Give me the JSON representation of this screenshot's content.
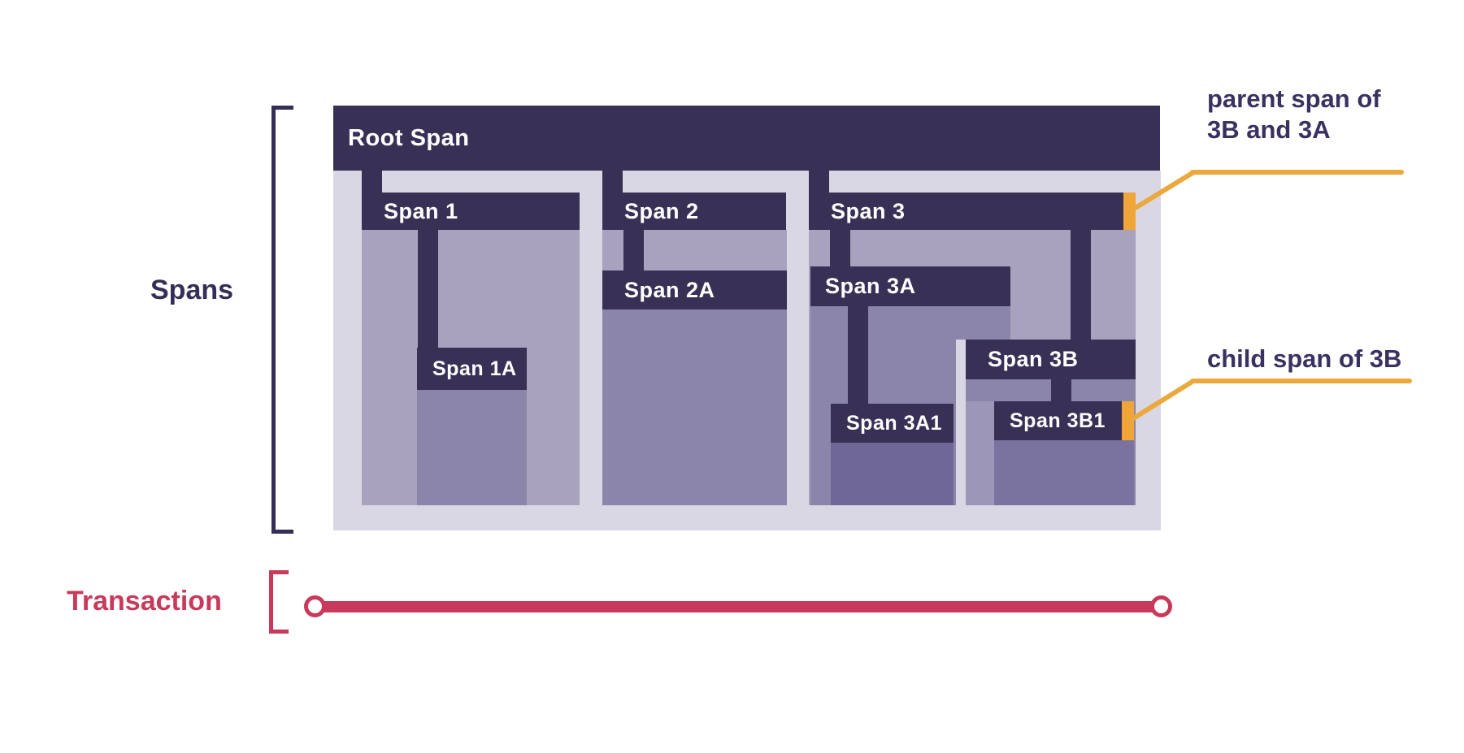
{
  "spans": {
    "root": {
      "label": "Root Span",
      "parent": null
    },
    "s1": {
      "label": "Span 1",
      "parent": "Root Span"
    },
    "s1a": {
      "label": "Span 1A",
      "parent": "Span 1"
    },
    "s2": {
      "label": "Span 2",
      "parent": "Root Span"
    },
    "s2a": {
      "label": "Span 2A",
      "parent": "Span 2"
    },
    "s3": {
      "label": "Span 3",
      "parent": "Root Span"
    },
    "s3a": {
      "label": "Span 3A",
      "parent": "Span 3"
    },
    "s3a1": {
      "label": "Span 3A1",
      "parent": "Span 3A"
    },
    "s3b": {
      "label": "Span 3B",
      "parent": "Span 3"
    },
    "s3b1": {
      "label": "Span 3B1",
      "parent": "Span 3B"
    }
  },
  "side_labels": {
    "spans": "Spans",
    "transaction": "Transaction"
  },
  "annotations": {
    "parent_note_line1": "parent span of",
    "parent_note_line2": "3B and 3A",
    "parent_note_target": "Span 3",
    "child_note": "child span of 3B",
    "child_note_target": "Span 3B1"
  },
  "colors": {
    "bar": "#393056",
    "container": "#D9D7E4",
    "fill_level1": "#A8A2BE",
    "fill_level2": "#8B85A9",
    "fill_level2_light": "#9C97B9",
    "fill_level3": "#6F6896",
    "fill_level3b": "#7A73A0",
    "highlight": "#F0A538",
    "leader_line": "#EBA83D",
    "annotation_text": "#3B3161",
    "side_label_spans": "#352E56",
    "transaction": "#C9395B",
    "bar_text": "#FFFFFF",
    "background": "#FFFFFF"
  }
}
